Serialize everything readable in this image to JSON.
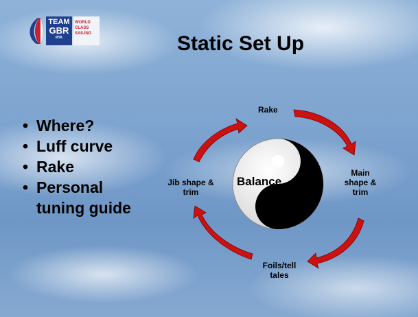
{
  "slide": {
    "title": "Static Set Up",
    "logo": {
      "team_line1": "TEAM",
      "team_line2": "GBR",
      "team_line3": "RYA",
      "wcs_line1": "WORLD",
      "wcs_line2": "CLASS",
      "wcs_line3": "SAILING"
    },
    "bullets": [
      {
        "text": "Where?"
      },
      {
        "text": "Luff curve"
      },
      {
        "text": "Rake"
      },
      {
        "text": "Personal"
      },
      {
        "text": "tuning guide"
      }
    ],
    "diagram": {
      "center_label": "Balance",
      "labels": {
        "top": "Rake",
        "right_l1": "Main",
        "right_l2": "shape &",
        "right_l3": "trim",
        "bottom_l1": "Foils/tell",
        "bottom_l2": "tales",
        "left_l1": "Jib shape &",
        "left_l2": "trim"
      }
    }
  },
  "colors": {
    "arrow": "#cc1111",
    "logo_blue": "#1f3f8f",
    "logo_red": "#c8222a"
  }
}
